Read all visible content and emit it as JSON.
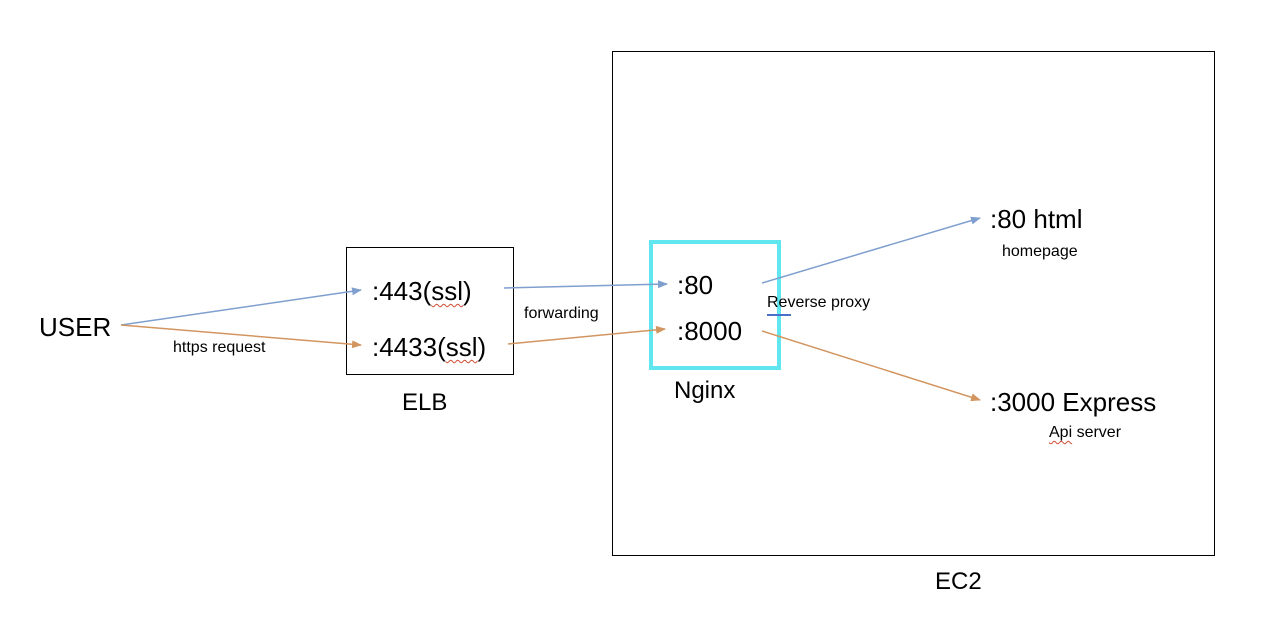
{
  "colors": {
    "blue_line": "#7f9fcf",
    "orange_line": "#d2955f",
    "nginx_border": "#5fe6ee",
    "box_border": "#000000"
  },
  "user": {
    "label": "USER",
    "request_label": "https request"
  },
  "elb": {
    "port_443": ":443(ssl)",
    "port_4433": ":4433(ssl)",
    "caption": "ELB",
    "forward_label": "forwarding"
  },
  "nginx": {
    "port_80": ":80",
    "port_8000": ":8000",
    "caption": "Nginx",
    "proxy_label": "Reverse proxy"
  },
  "targets": {
    "html_title": ":80 html",
    "html_sub": "homepage",
    "express_title": ":3000 Express",
    "express_sub": "Api server"
  },
  "ec2": {
    "caption": "EC2"
  }
}
